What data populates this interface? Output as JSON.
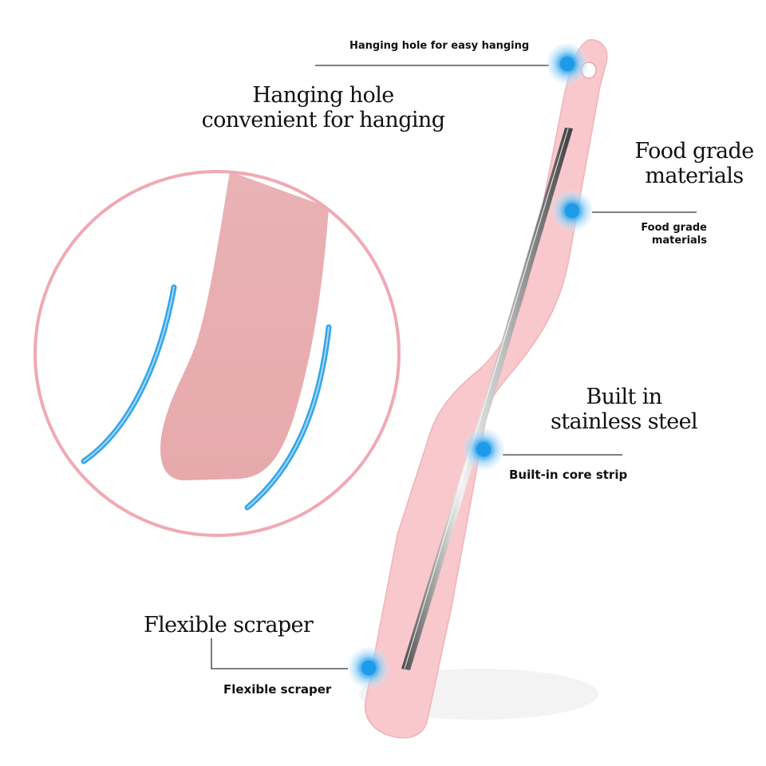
{
  "colors": {
    "spatula_pink": "#f7c7cb",
    "spatula_edge": "#e8a9ae",
    "circle_border": "#f0a9b4",
    "zoom_blade": "#e8aeb0",
    "accent_blue": "#1e9be8",
    "leader_line": "#333333"
  },
  "callouts": {
    "hanging_hole": {
      "caption": "Hanging hole for easy hanging",
      "headline_line1": "Hanging hole",
      "headline_line2": "convenient for hanging",
      "marker_icon": "blue-dot-icon"
    },
    "food_grade": {
      "headline_line1": "Food grade",
      "headline_line2": "materials",
      "caption_line1": "Food grade",
      "caption_line2": "materials",
      "marker_icon": "blue-dot-icon"
    },
    "stainless": {
      "headline_line1": "Built in",
      "headline_line2": "stainless steel",
      "caption": "Built-in core strip",
      "marker_icon": "blue-dot-icon"
    },
    "flexible": {
      "headline": "Flexible scraper",
      "caption": "Flexible scraper",
      "marker_icon": "blue-dot-icon"
    }
  },
  "zoom_detail": {
    "icon": "flex-arcs-icon"
  }
}
